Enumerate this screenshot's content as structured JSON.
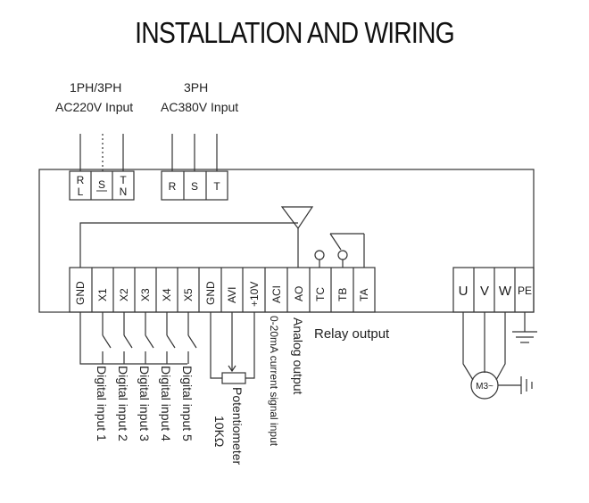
{
  "title": "INSTALLATION AND WIRING",
  "inputs": {
    "single_phase_line1": "1PH/3PH",
    "single_phase_line2": "AC220V Input",
    "three_phase_line1": "3PH",
    "three_phase_line2": "AC380V Input"
  },
  "top_terminals": {
    "group1": [
      {
        "line1": "R",
        "line2": "L"
      },
      {
        "line1": "S",
        "line2": ""
      },
      {
        "line1": "T",
        "line2": "N"
      }
    ],
    "group2": [
      "R",
      "S",
      "T"
    ]
  },
  "control_terminals": [
    "GND",
    "X1",
    "X2",
    "X3",
    "X4",
    "X5",
    "GND",
    "AVI",
    "+10V",
    "ACI",
    "AO",
    "TC",
    "TB",
    "TA"
  ],
  "output_terminals": [
    "U",
    "V",
    "W",
    "PE"
  ],
  "labels": {
    "digital_input_1": "Digital input 1",
    "digital_input_2": "Digital input 2",
    "digital_input_3": "Digital input 3",
    "digital_input_4": "Digital input 4",
    "digital_input_5": "Digital input 5",
    "potentiometer": "Potentiometer",
    "potentiometer_value": "10KΩ",
    "aci_label": "0-20mA current signal input",
    "ao_label": "Analog output",
    "relay_output": "Relay output",
    "motor": "M3~"
  }
}
